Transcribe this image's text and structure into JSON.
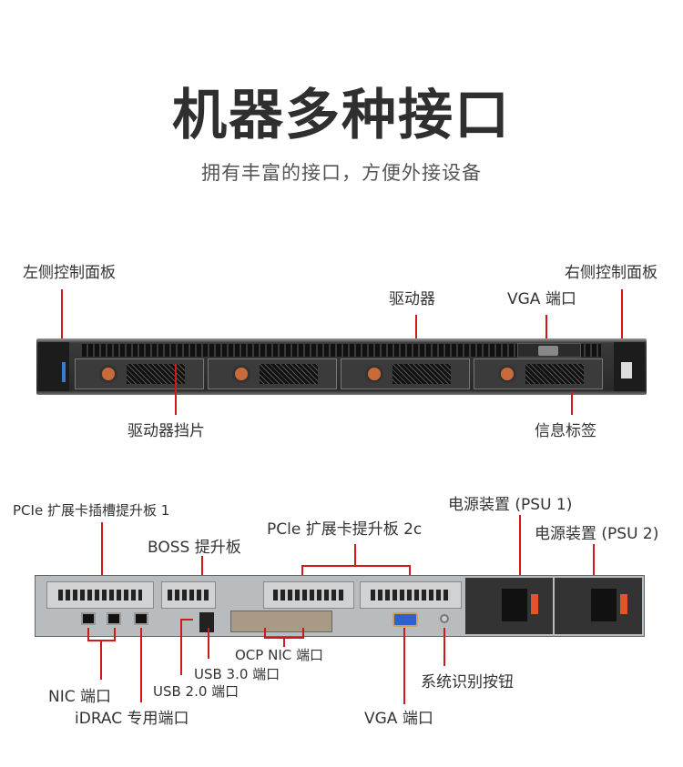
{
  "header": {
    "title": "机器多种接口",
    "subtitle": "拥有丰富的接口，方便外接设备"
  },
  "front": {
    "labels": {
      "left_panel": "左侧控制面板",
      "drives": "驱动器",
      "vga": "VGA 端口",
      "right_panel": "右侧控制面板",
      "drive_blank": "驱动器挡片",
      "info_tag": "信息标签"
    }
  },
  "rear": {
    "labels": {
      "pcie_riser1": "PCIe 扩展卡插槽提升板 1",
      "boss": "BOSS 提升板",
      "pcie_riser2c": "PCle 扩展卡提升板 2c",
      "psu1": "电源装置 (PSU 1)",
      "psu2": "电源装置 (PSU 2)",
      "ocp_nic": "OCP NIC 端口",
      "usb3": "USB 3.0 端口",
      "usb2": "USB 2.0 端口",
      "nic": "NIC 端口",
      "sys_id": "系统识别按钮",
      "idrac": "iDRAC 专用端口",
      "vga": "VGA 端口"
    }
  },
  "colors": {
    "accent": "#d0191b"
  }
}
